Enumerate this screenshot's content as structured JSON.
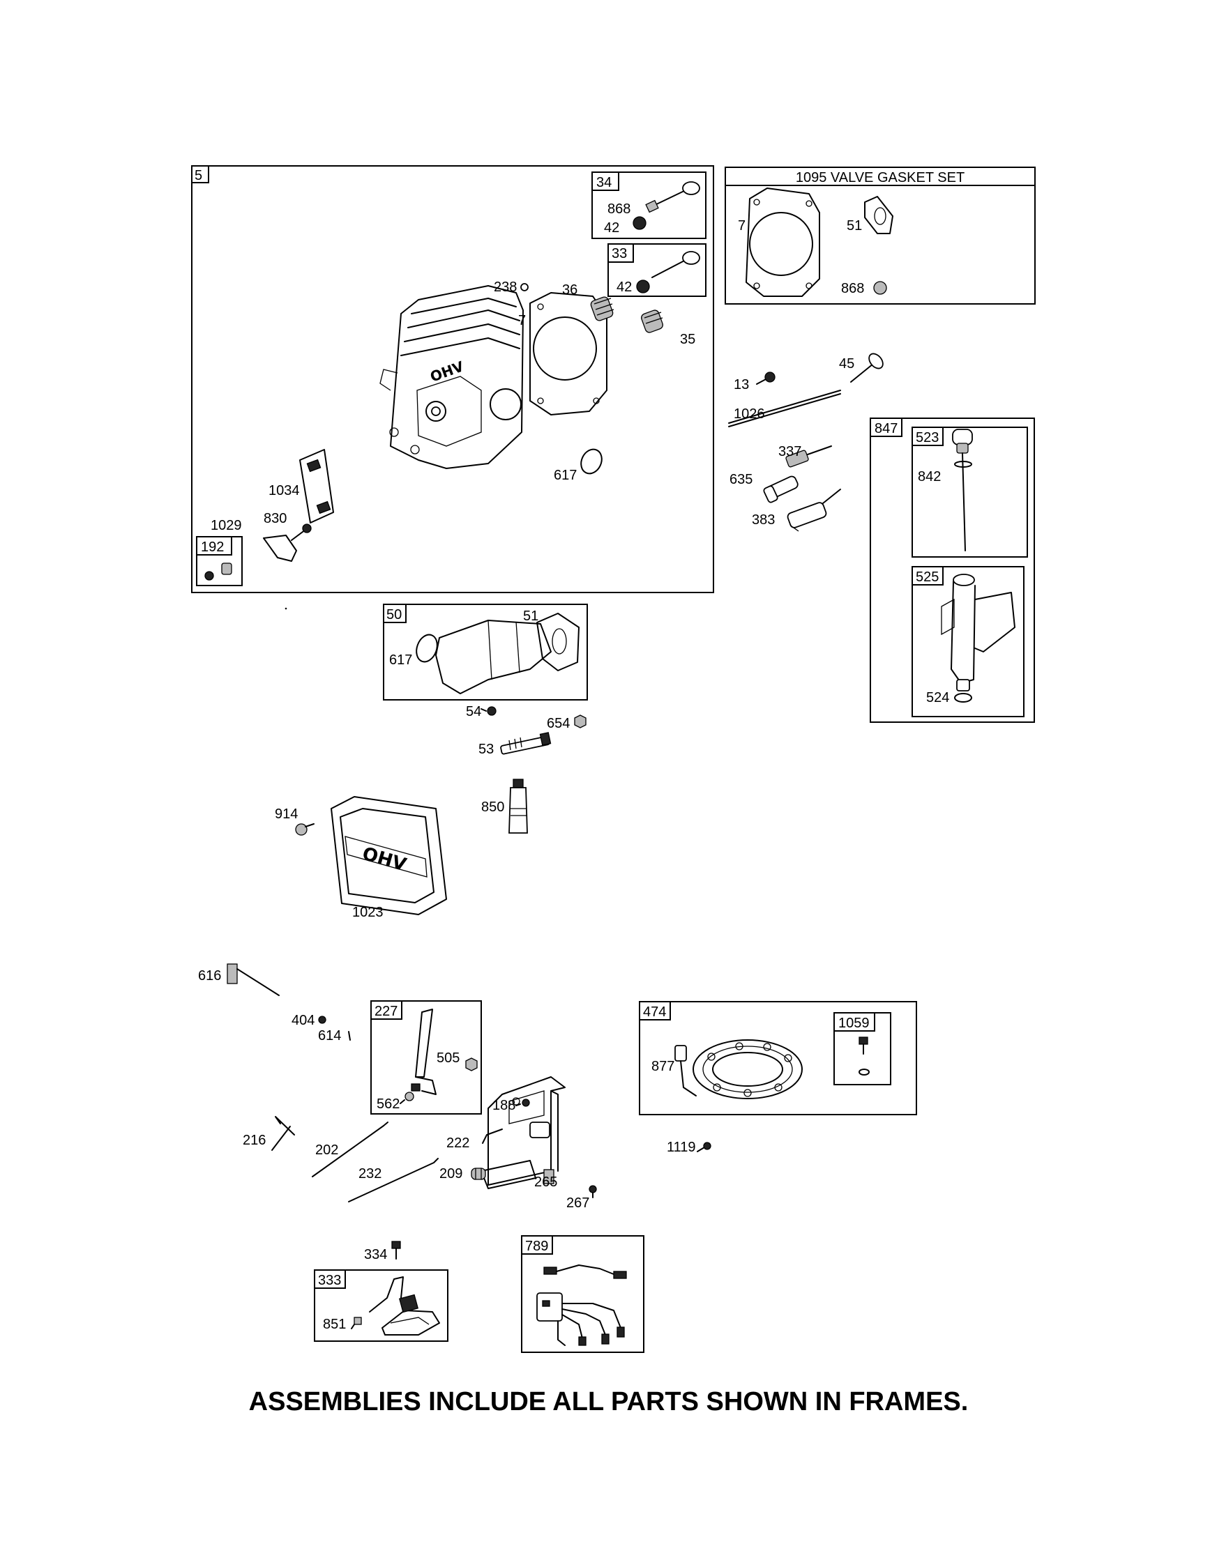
{
  "frames": {
    "head": "5",
    "exhaust_valve": "34",
    "intake_valve": "33",
    "gasket_set": "1095 VALVE GASKET SET",
    "dipstick_assy": "847",
    "dipstick": "523",
    "tube": "525",
    "manifold": "50",
    "guard": "192",
    "control": "227",
    "alternator": "474",
    "rectifier": "1059",
    "ignition": "333",
    "harness": "789"
  },
  "labels": {
    "p868a": "868",
    "p42a": "42",
    "p42b": "42",
    "p238": "238",
    "p36": "36",
    "p7a": "7",
    "p35": "35",
    "p617a": "617",
    "p1034": "1034",
    "p830": "830",
    "p1029": "1029",
    "p7b": "7",
    "p51a": "51",
    "p868b": "868",
    "p13": "13",
    "p45": "45",
    "p1026": "1026",
    "p337": "337",
    "p635": "635",
    "p383": "383",
    "p842": "842",
    "p524": "524",
    "p617b": "617",
    "p51b": "51",
    "p54": "54",
    "p654": "654",
    "p53": "53",
    "p914": "914",
    "p850": "850",
    "p1023": "1023",
    "p616": "616",
    "p404": "404",
    "p614": "614",
    "p505": "505",
    "p562": "562",
    "p188": "188",
    "p216": "216",
    "p202": "202",
    "p222": "222",
    "p232": "232",
    "p209": "209",
    "p265": "265",
    "p267": "267",
    "p877": "877",
    "p1119": "1119",
    "p334": "334",
    "p851": "851"
  },
  "cover_text": "OHV",
  "footer": "ASSEMBLIES INCLUDE ALL PARTS SHOWN IN FRAMES."
}
